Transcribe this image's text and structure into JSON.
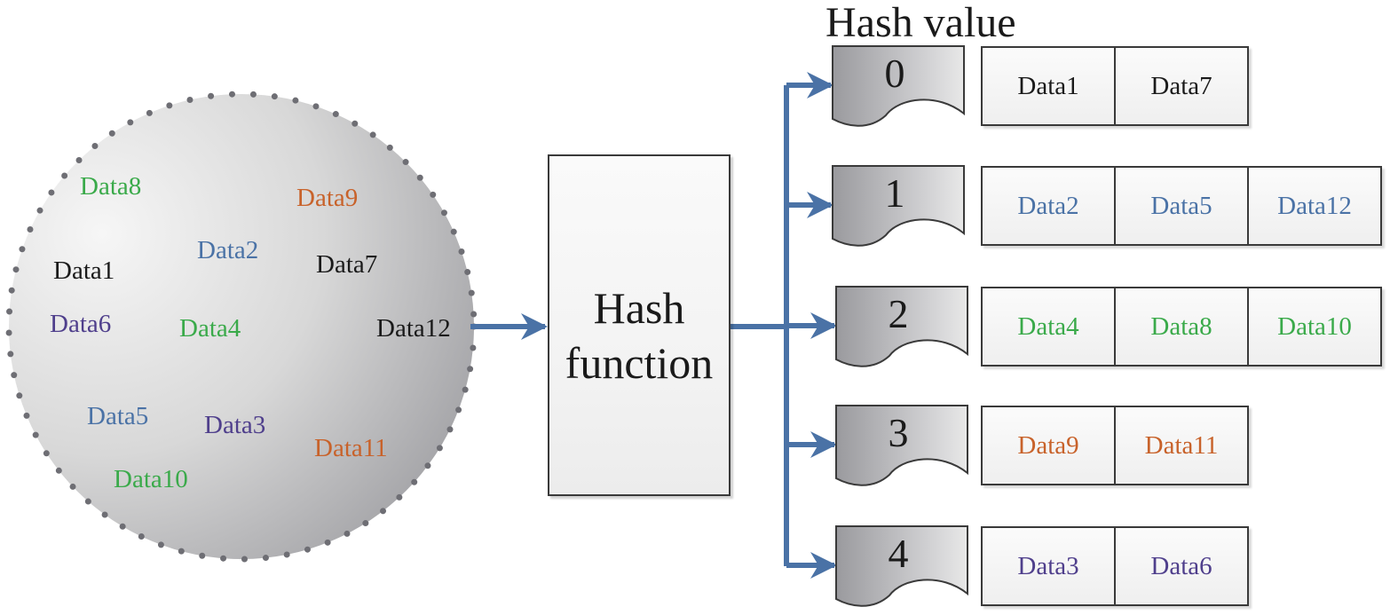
{
  "title": "Hash value",
  "colors": {
    "black": "#1a1a1a",
    "blue": "#4a72a6",
    "green": "#3aaa4a",
    "orange": "#c8622a",
    "purple": "#4f3f8c",
    "arrow": "#4a72a6"
  },
  "data_pool": {
    "items": [
      {
        "label": "Data8",
        "color": "green"
      },
      {
        "label": "Data9",
        "color": "orange"
      },
      {
        "label": "Data2",
        "color": "blue"
      },
      {
        "label": "Data1",
        "color": "black"
      },
      {
        "label": "Data7",
        "color": "black"
      },
      {
        "label": "Data6",
        "color": "purple"
      },
      {
        "label": "Data4",
        "color": "green"
      },
      {
        "label": "Data12",
        "color": "black"
      },
      {
        "label": "Data5",
        "color": "blue"
      },
      {
        "label": "Data3",
        "color": "purple"
      },
      {
        "label": "Data11",
        "color": "orange"
      },
      {
        "label": "Data10",
        "color": "green"
      }
    ]
  },
  "hash_function": {
    "label": "Hash\nfunction"
  },
  "buckets": [
    {
      "value": "0",
      "entries": [
        "Data1",
        "Data7"
      ],
      "color": "black"
    },
    {
      "value": "1",
      "entries": [
        "Data2",
        "Data5",
        "Data12"
      ],
      "color": "blue"
    },
    {
      "value": "2",
      "entries": [
        "Data4",
        "Data8",
        "Data10"
      ],
      "color": "green"
    },
    {
      "value": "3",
      "entries": [
        "Data9",
        "Data11"
      ],
      "color": "orange"
    },
    {
      "value": "4",
      "entries": [
        "Data3",
        "Data6"
      ],
      "color": "purple"
    }
  ]
}
